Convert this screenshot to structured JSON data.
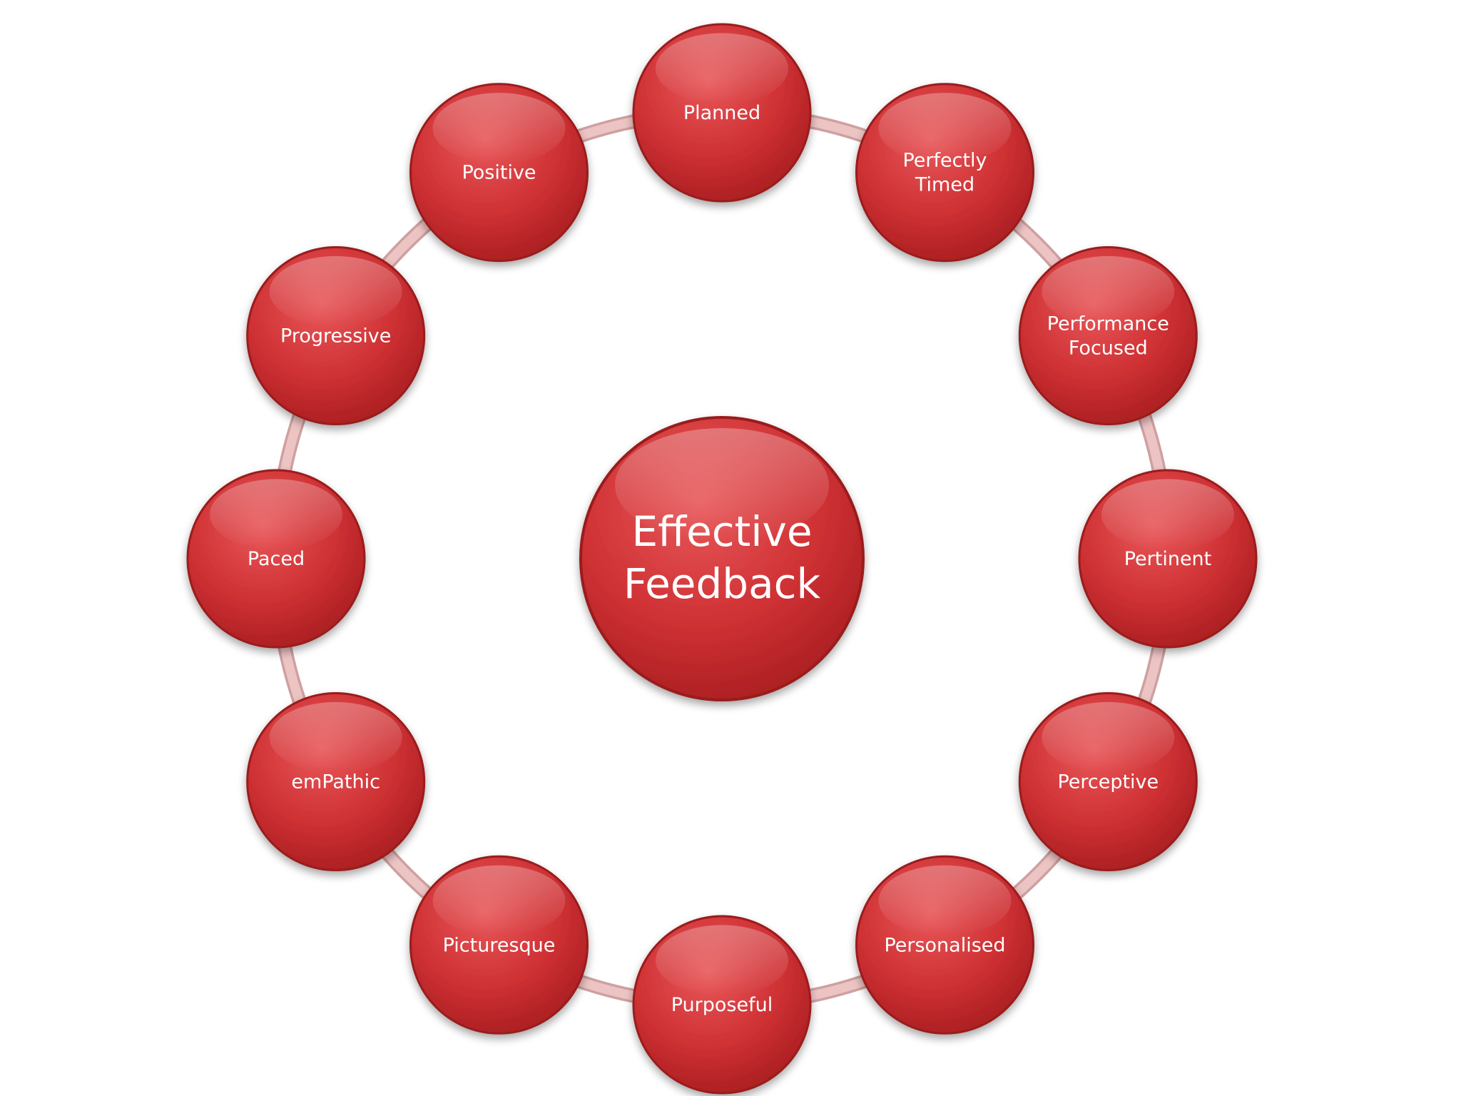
{
  "colors": {
    "node_fill": "#c8292c",
    "node_highlight": "#e85a5c",
    "node_shadow": "#8e1416",
    "ring": "#e3aaaa",
    "ring_edge": "#c98a8a",
    "label": "#ffffff"
  },
  "center": {
    "lines": [
      "Effective",
      "Feedback"
    ]
  },
  "nodes": [
    {
      "id": "planned",
      "lines": [
        "Planned"
      ]
    },
    {
      "id": "perfectly-timed",
      "lines": [
        "Perfectly",
        "Timed"
      ]
    },
    {
      "id": "performance-focused",
      "lines": [
        "Performance",
        "Focused"
      ]
    },
    {
      "id": "pertinent",
      "lines": [
        "Pertinent"
      ]
    },
    {
      "id": "perceptive",
      "lines": [
        "Perceptive"
      ]
    },
    {
      "id": "personalised",
      "lines": [
        "Personalised"
      ]
    },
    {
      "id": "purposeful",
      "lines": [
        "Purposeful"
      ]
    },
    {
      "id": "picturesque",
      "lines": [
        "Picturesque"
      ]
    },
    {
      "id": "empathic",
      "lines": [
        "emPathic"
      ]
    },
    {
      "id": "paced",
      "lines": [
        "Paced"
      ]
    },
    {
      "id": "progressive",
      "lines": [
        "Progressive"
      ]
    },
    {
      "id": "positive",
      "lines": [
        "Positive"
      ]
    }
  ]
}
